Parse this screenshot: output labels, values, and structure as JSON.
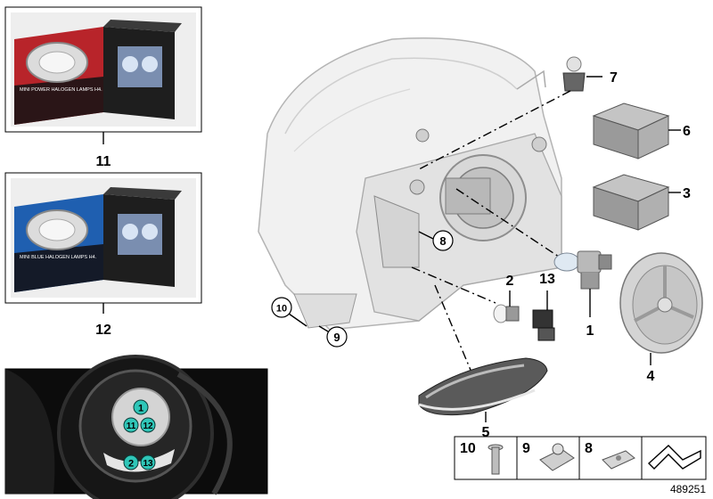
{
  "callouts": {
    "c1": "1",
    "c2": "2",
    "c3": "3",
    "c4": "4",
    "c5": "5",
    "c6": "6",
    "c7": "7",
    "c8": "8",
    "c9": "9",
    "c10": "10",
    "c11": "11",
    "c12": "12",
    "c13": "13"
  },
  "photos": {
    "power_box_text": "MINI POWER HALOGEN LAMPS H4.",
    "blue_box_text": "MINI BLUE HALOGEN LAMPS H4."
  },
  "inset": {
    "badge_1": "1",
    "badge_11": "11",
    "badge_12": "12",
    "badge_2": "2",
    "badge_13": "13"
  },
  "legend_box": {
    "n10": "10",
    "n9": "9",
    "n8": "8"
  },
  "diagram_id": "489251",
  "colors": {
    "badge": "#2fc6b8",
    "box_red": "#b8242a",
    "box_blue": "#1f5fb0"
  }
}
